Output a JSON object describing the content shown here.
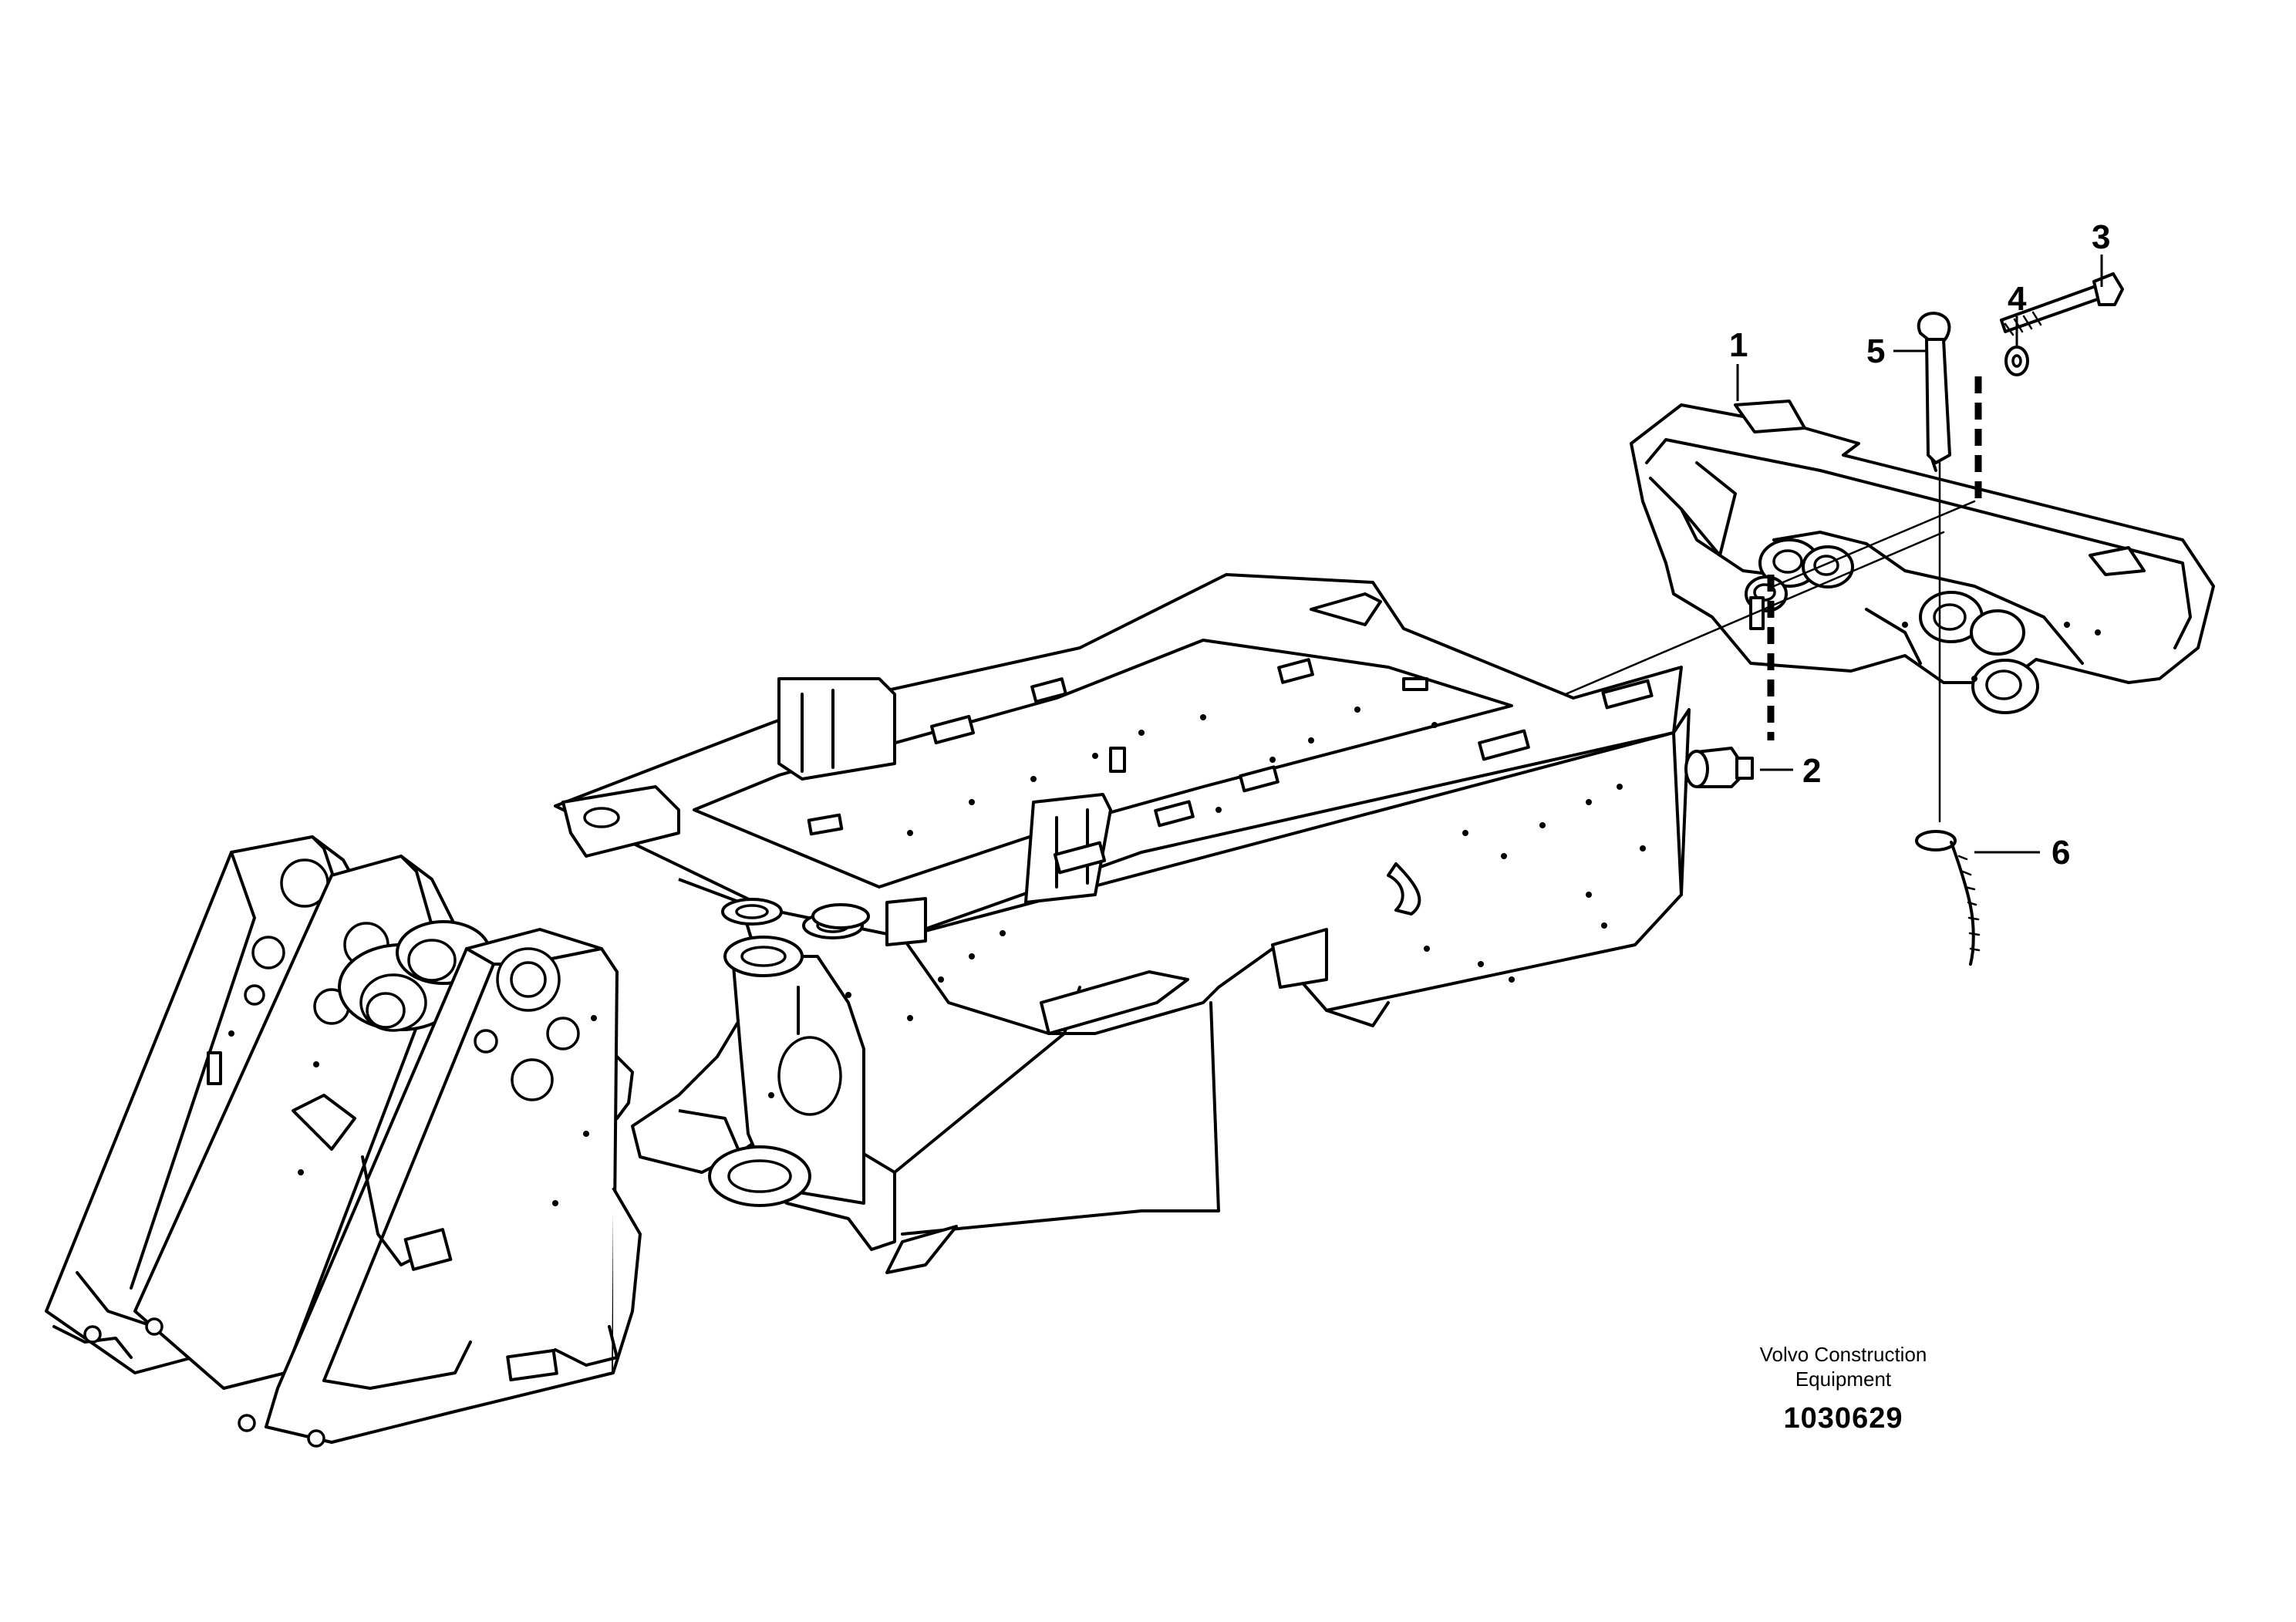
{
  "callouts": {
    "c1": "1",
    "c2": "2",
    "c3": "3",
    "c4": "4",
    "c5": "5",
    "c6": "6"
  },
  "footer": {
    "company_line1": "Volvo Construction",
    "company_line2": "Equipment",
    "drawing_number": "1030629"
  }
}
